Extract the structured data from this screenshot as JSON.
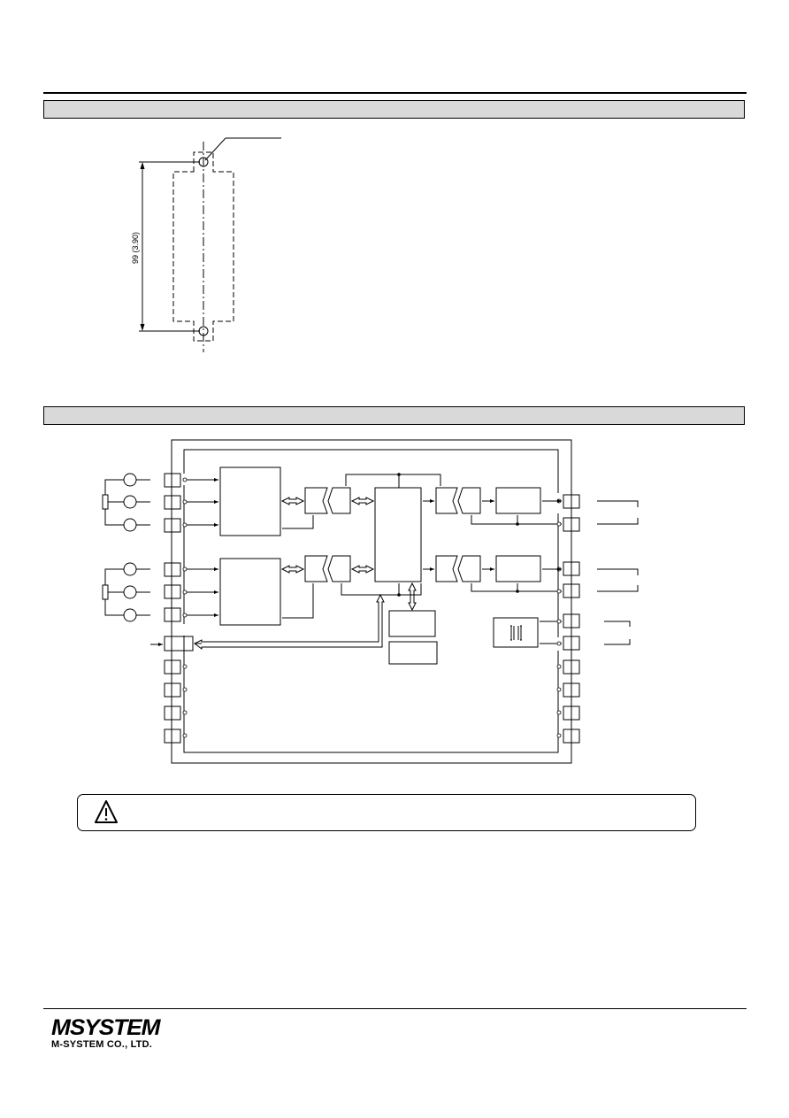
{
  "mounting": {
    "dimension_label": "99 (3.90)"
  },
  "footer": {
    "logo_mark": "MSYSTEM",
    "company": "M-SYSTEM CO., LTD."
  }
}
